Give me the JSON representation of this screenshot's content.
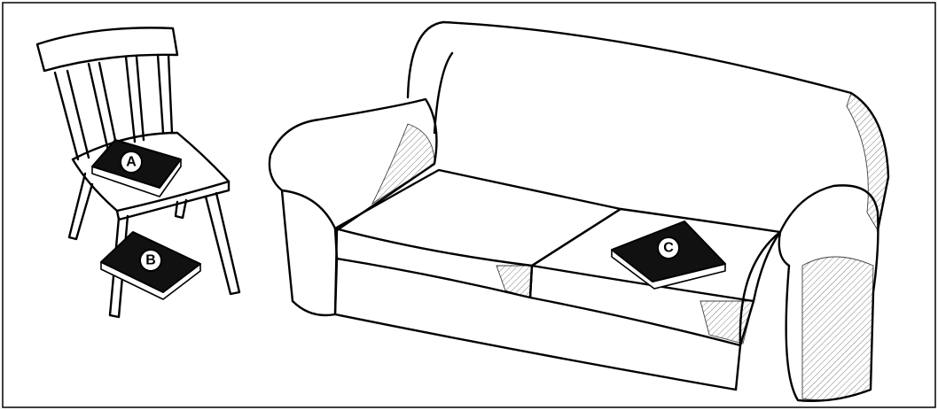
{
  "labels": {
    "book_a": "A",
    "book_b": "B",
    "book_c": "C"
  },
  "colors": {
    "line": "#000000",
    "background": "#ffffff",
    "book": "#111111"
  }
}
